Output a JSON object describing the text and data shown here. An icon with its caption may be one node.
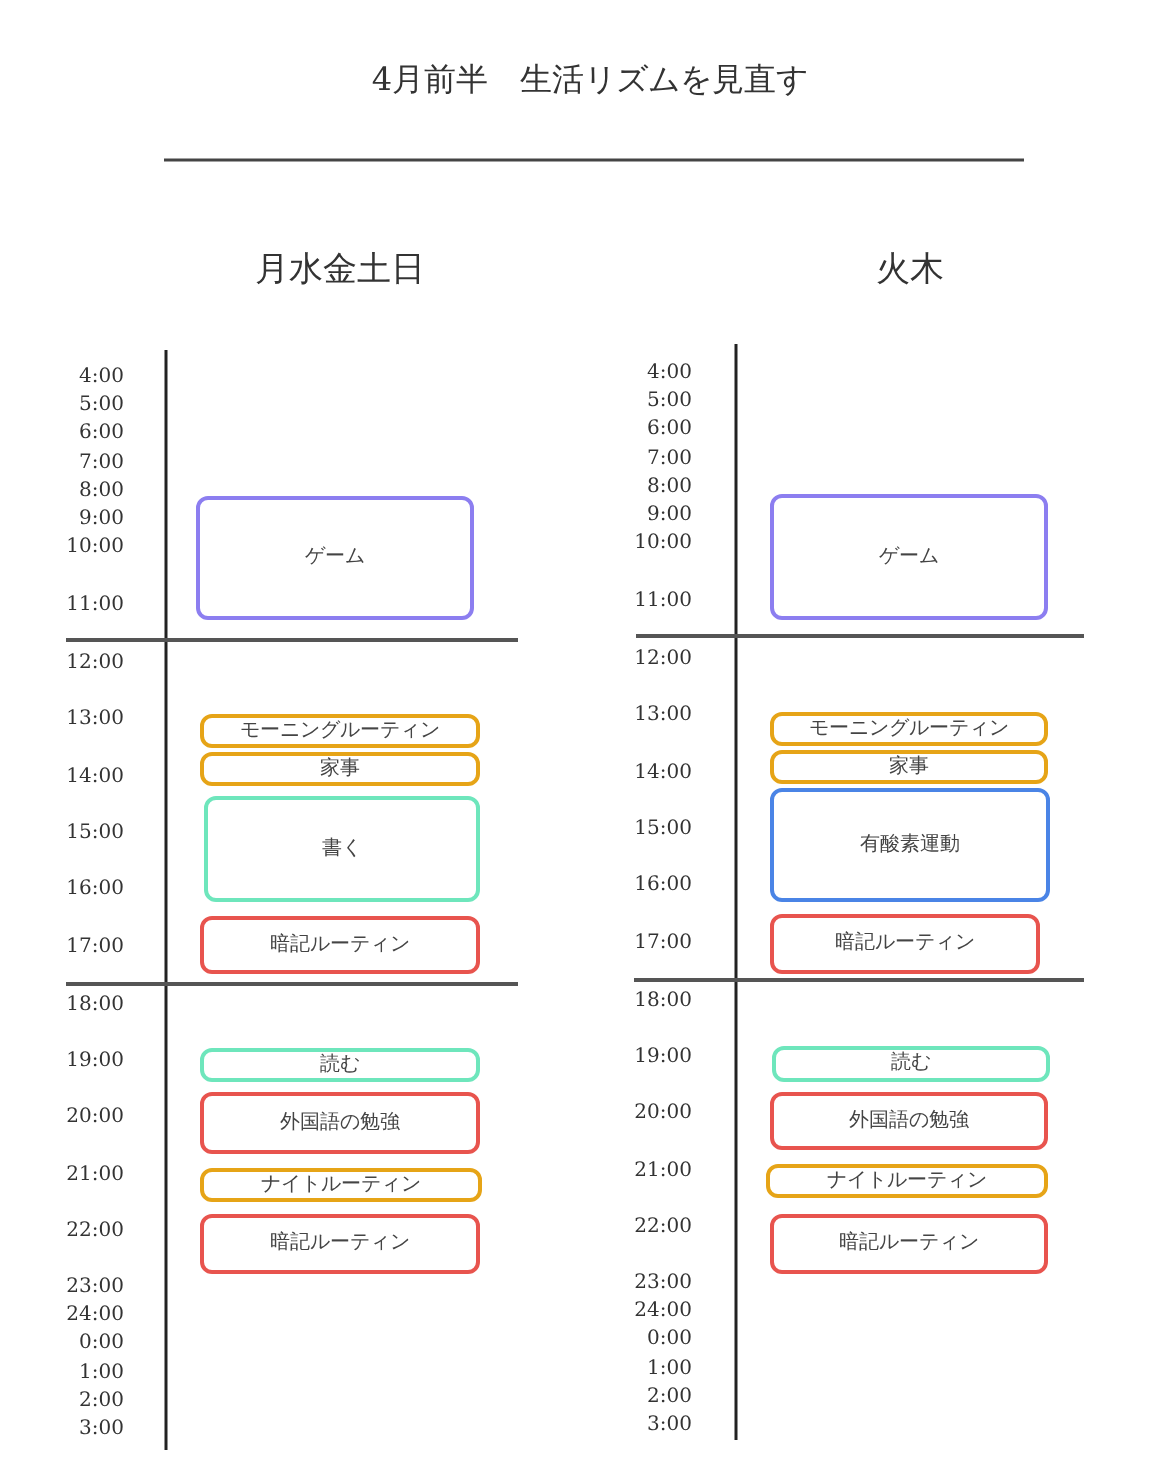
{
  "diagram": {
    "title": "4月前半　生活リズムを見直す",
    "nodes": [
      {
        "text": [
          "ゲーム"
        ]
      },
      {
        "text": [
          "モーニングルーティン"
        ]
      },
      {
        "text": [
          "家事"
        ]
      },
      {
        "text": [
          "書く"
        ]
      },
      {
        "text": [
          "暗記ルーティン"
        ]
      },
      {
        "text": [
          "読む"
        ]
      },
      {
        "text": [
          "外国語の勉強"
        ]
      },
      {
        "text": [
          "ナイトルーティン"
        ]
      },
      {
        "text": [
          "暗記ルーティン"
        ]
      },
      {
        "text": [
          "ゲーム"
        ]
      },
      {
        "text": [
          "モーニングルーティン"
        ]
      },
      {
        "text": [
          "家事"
        ]
      },
      {
        "text": [
          "有酸素運動"
        ]
      },
      {
        "text": [
          "暗記ルーティン"
        ]
      },
      {
        "text": [
          "読む"
        ]
      },
      {
        "text": [
          "外国語の勉強"
        ]
      },
      {
        "text": [
          "ナイトルーティン"
        ]
      },
      {
        "text": [
          "暗記ルーティン"
        ]
      }
    ],
    "edges": [],
    "labels": [
      "月水金土日",
      "火木",
      "4:00",
      "5:00",
      "6:00",
      "7:00",
      "8:00",
      "9:00",
      "10:00",
      "11:00",
      "12:00",
      "13:00",
      "14:00",
      "15:00",
      "16:00",
      "17:00",
      "18:00",
      "19:00",
      "20:00",
      "21:00",
      "22:00",
      "23:00",
      "24:00",
      "0:00",
      "1:00",
      "2:00",
      "3:00",
      "4:00",
      "5:00",
      "6:00",
      "7:00",
      "8:00",
      "9:00",
      "10:00",
      "11:00",
      "12:00",
      "13:00",
      "14:00",
      "15:00",
      "16:00",
      "17:00",
      "18:00",
      "19:00",
      "20:00",
      "21:00",
      "22:00",
      "23:00",
      "24:00",
      "0:00",
      "1:00",
      "2:00",
      "3:00"
    ]
  }
}
